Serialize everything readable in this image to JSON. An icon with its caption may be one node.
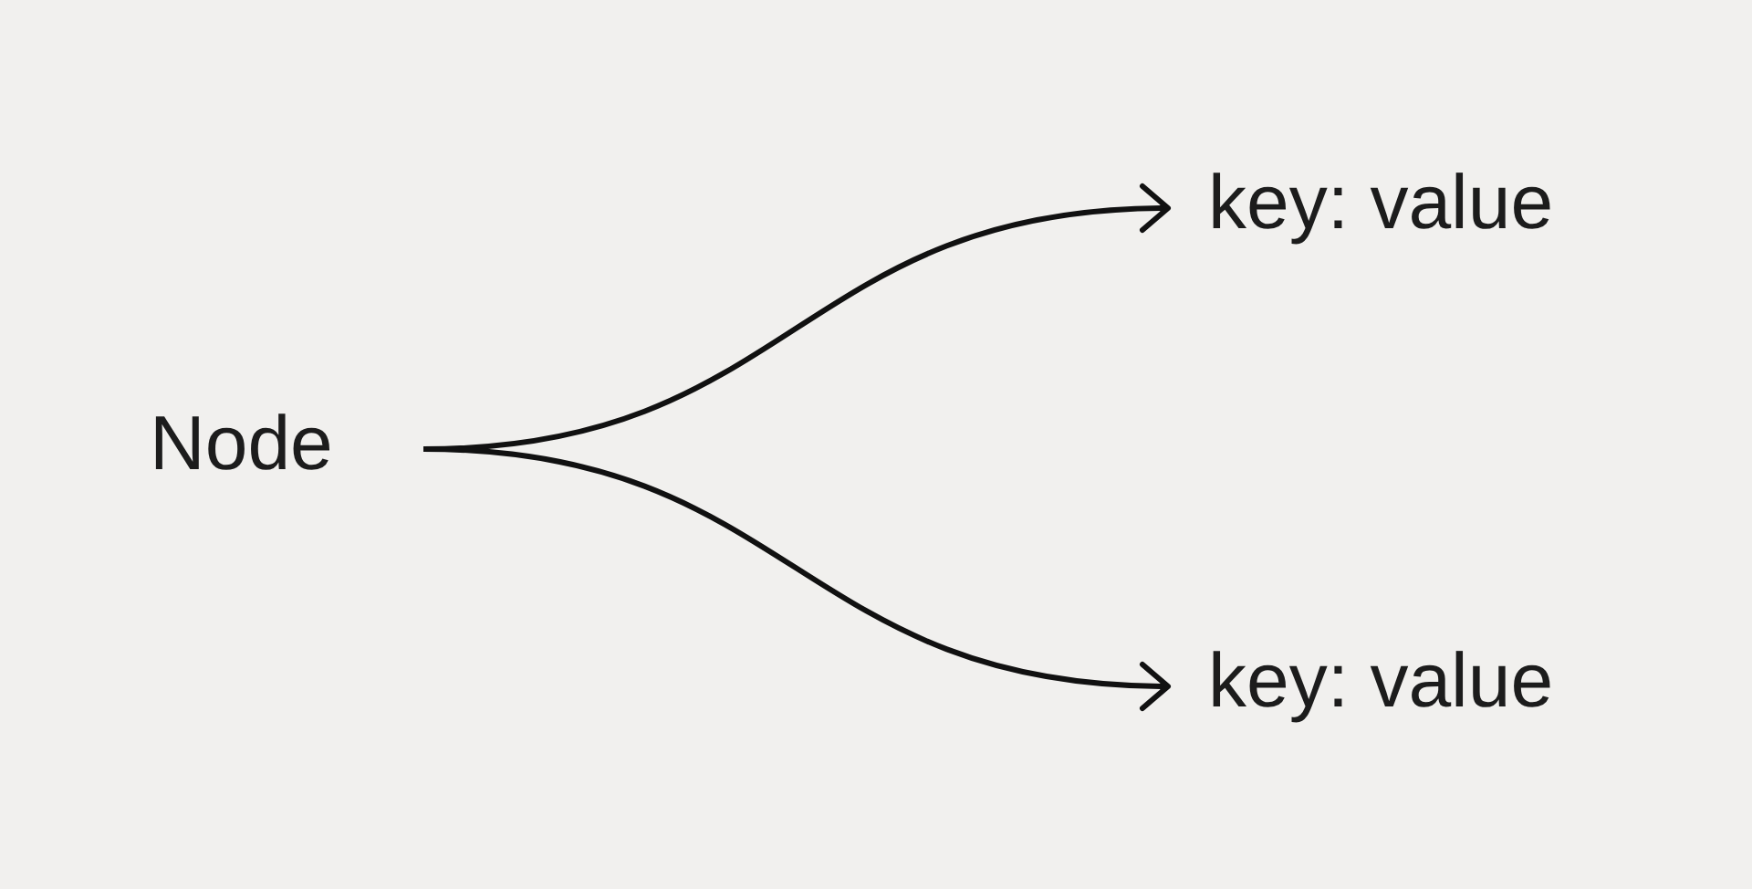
{
  "diagram": {
    "nodes": [
      {
        "text": [
          "Node"
        ]
      },
      {
        "text": [
          "key: value"
        ]
      },
      {
        "text": [
          "key: value"
        ]
      }
    ],
    "edges": [
      {
        "from": 0,
        "to": 1,
        "arrow": "to"
      },
      {
        "from": 0,
        "to": 2,
        "arrow": "to"
      }
    ]
  }
}
